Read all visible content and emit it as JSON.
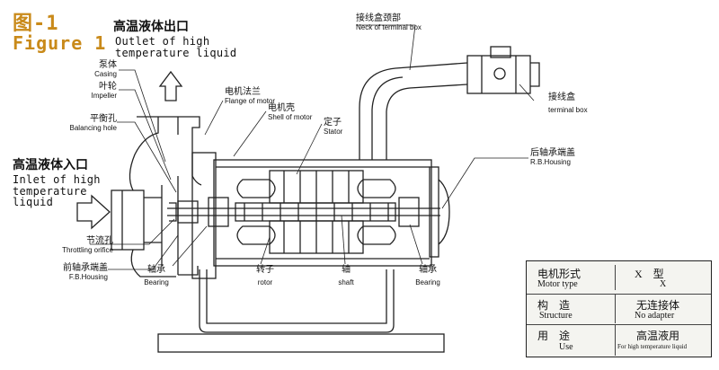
{
  "figure": {
    "title_zh": "图-1",
    "title_en": "Figure 1"
  },
  "flows": {
    "outlet": {
      "zh": "高温液体出口",
      "en": "Outlet of high temperature liquid"
    },
    "inlet": {
      "zh": "高温液体入口",
      "en": "Inlet of high temperature liquid"
    }
  },
  "parts": {
    "casing": {
      "zh": "泵体",
      "en": "Casing"
    },
    "impeller": {
      "zh": "叶轮",
      "en": "Impeller"
    },
    "balancing_hole": {
      "zh": "平衡孔",
      "en": "Balancing hole"
    },
    "flange_of_motor": {
      "zh": "电机法兰",
      "en": "Flange of motor"
    },
    "shell_of_motor": {
      "zh": "电机壳",
      "en": "Shell of motor"
    },
    "stator": {
      "zh": "定子",
      "en": "Stator"
    },
    "neck_of_terminal_box": {
      "zh": "接线盒颈部",
      "en": "Neck of terminal box"
    },
    "terminal_box": {
      "zh": "接线盒",
      "en": "terminal box"
    },
    "rb_housing": {
      "zh": "后轴承端盖",
      "en": "R.B.Housing"
    },
    "throttling_orifice": {
      "zh": "节流孔",
      "en": "Throttling orifice"
    },
    "fb_housing": {
      "zh": "前轴承端盖",
      "en": "F.B.Housing"
    },
    "bearing_front": {
      "zh": "轴承",
      "en": "Bearing"
    },
    "rotor": {
      "zh": "转子",
      "en": "rotor"
    },
    "shaft": {
      "zh": "轴",
      "en": "shaft"
    },
    "bearing_rear": {
      "zh": "轴承",
      "en": "Bearing"
    }
  },
  "spec_table": {
    "rows": [
      {
        "label_zh": "电机形式",
        "label_en": "Motor type",
        "value_zh": "X    型",
        "value_en": "X"
      },
      {
        "label_zh": "构    造",
        "label_en": "Structure",
        "value_zh": "无连接体",
        "value_en": "No adapter"
      },
      {
        "label_zh": "用    途",
        "label_en": "Use",
        "value_zh": "高温液用",
        "value_en": "For high temperature liquid"
      }
    ]
  },
  "colors": {
    "figure_title": "#c98a1a",
    "line": "#222222",
    "background": "#ffffff",
    "table_fill": "#f4f4f0"
  }
}
